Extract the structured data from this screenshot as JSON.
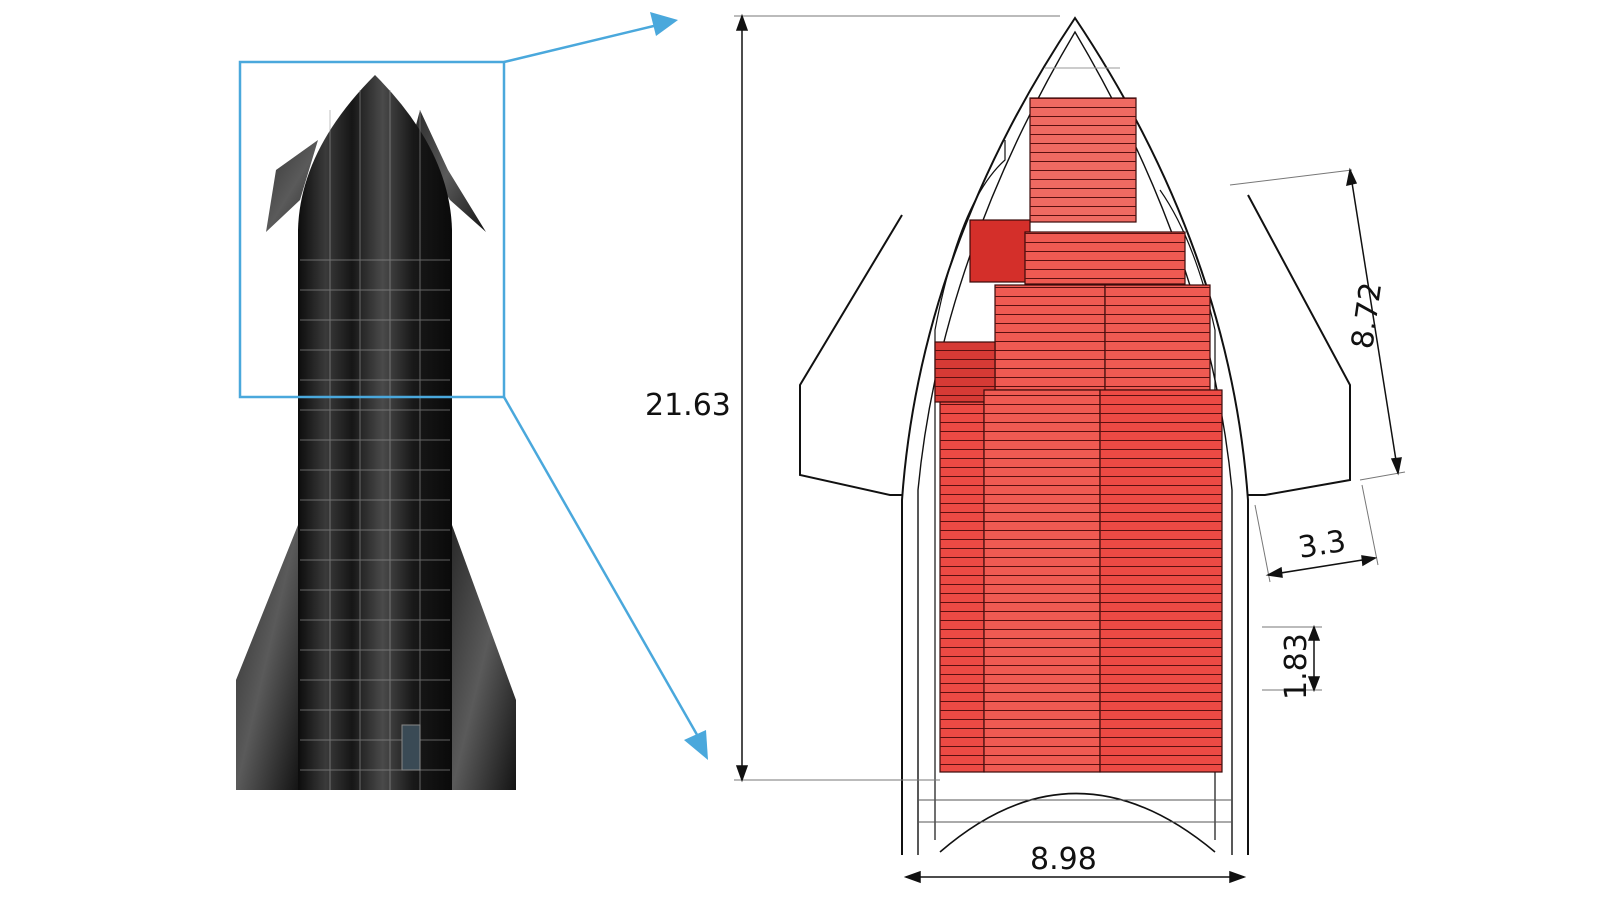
{
  "figure": {
    "dimensions": {
      "overall_height": "21.63",
      "fin_length": "8.72",
      "fin_width": "3.3",
      "stack_step": "1.83",
      "diameter": "8.98"
    },
    "colors": {
      "callout": "#4aa8dc",
      "cargo_red": "#ec4a44",
      "cargo_dark": "#c92a28",
      "hull_dark": "#1b1b1b",
      "line": "#111111"
    }
  }
}
